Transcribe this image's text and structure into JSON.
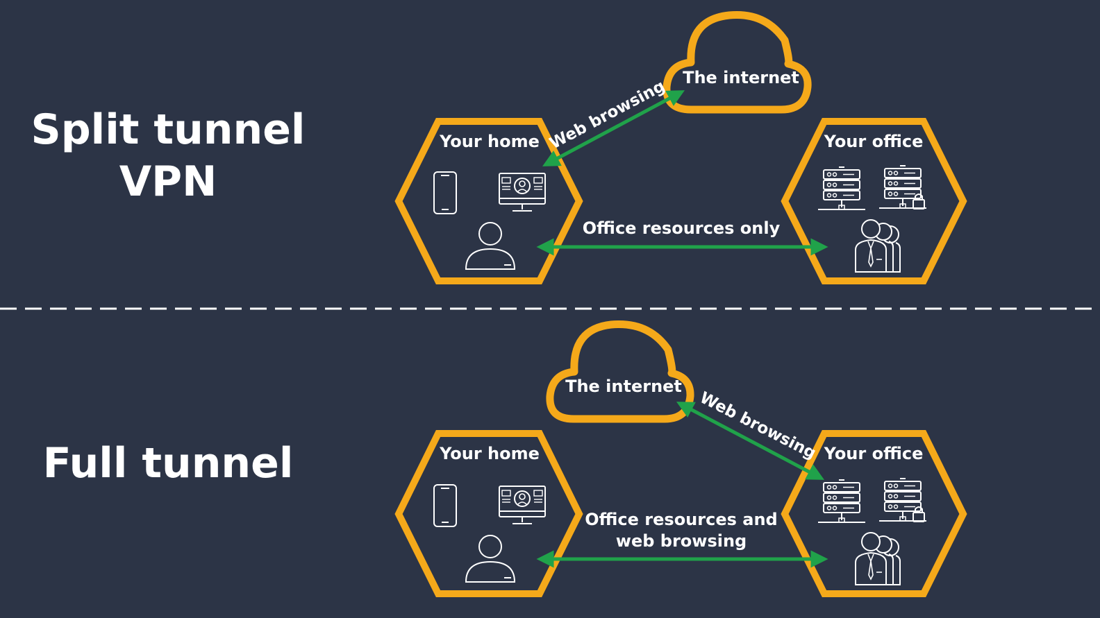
{
  "colors": {
    "background": "#2c3446",
    "hexagon": "#f5a91a",
    "cloud": "#f5a91a",
    "arrow": "#20a24a",
    "text": "#ffffff",
    "divider": "#ffffff"
  },
  "split": {
    "title_line1": "Split tunnel",
    "title_line2": "VPN",
    "cloud_label": "The internet",
    "home_label": "Your home",
    "office_label": "Your office",
    "web_label": "Web browsing",
    "resources_label": "Office resources only"
  },
  "full": {
    "title": "Full tunnel",
    "cloud_label": "The internet",
    "home_label": "Your home",
    "office_label": "Your office",
    "web_label": "Web browsing",
    "resources_line1": "Office resources and",
    "resources_line2": "web browsing"
  },
  "icons": {
    "home": [
      "phone-icon",
      "computer-monitor-icon",
      "user-icon"
    ],
    "office": [
      "server-icon",
      "locked-server-icon",
      "office-team-icon"
    ]
  }
}
